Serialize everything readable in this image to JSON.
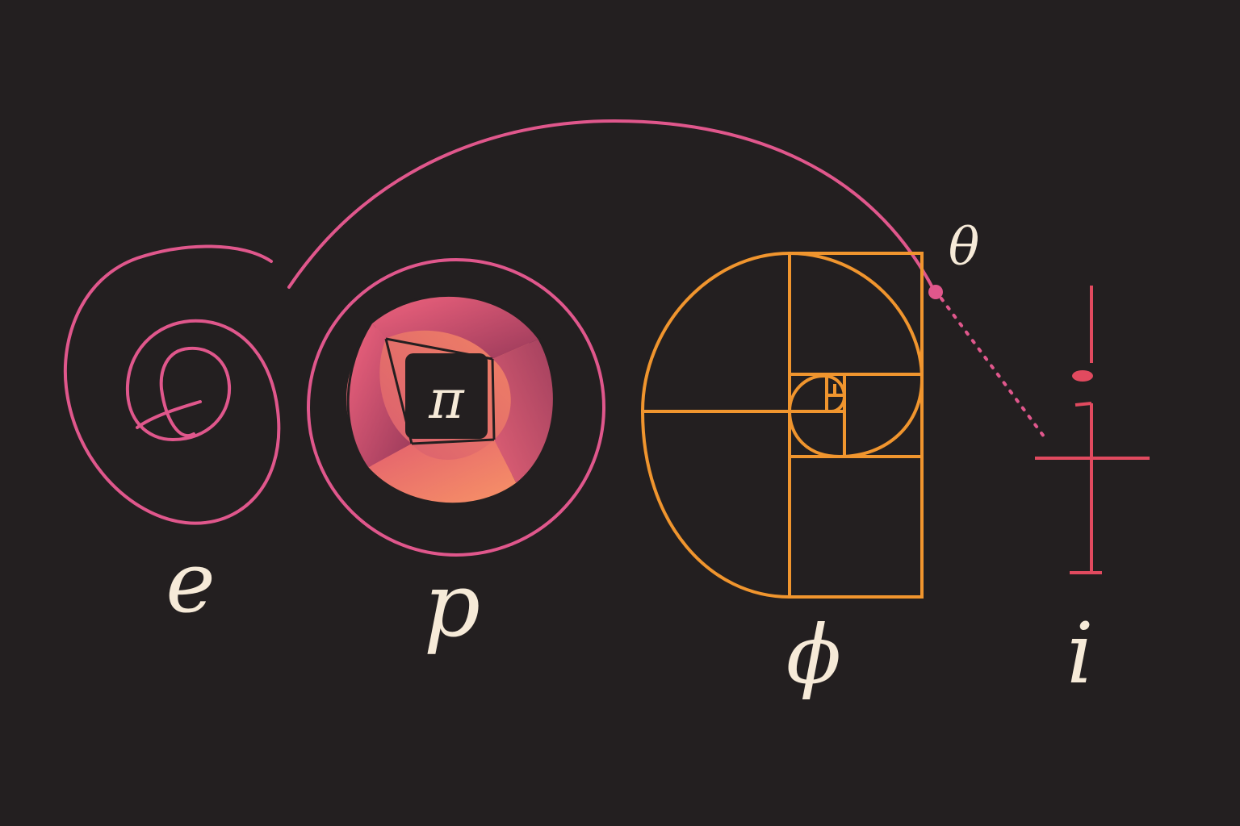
{
  "symbols": {
    "e": "e",
    "p": "p",
    "phi": "ϕ",
    "i": "i",
    "theta": "θ",
    "pi": "π"
  },
  "colors": {
    "background": "#231f20",
    "pink": "#e0578c",
    "orange": "#f0952e",
    "red": "#e14a5f",
    "cream": "#f6ead8"
  }
}
